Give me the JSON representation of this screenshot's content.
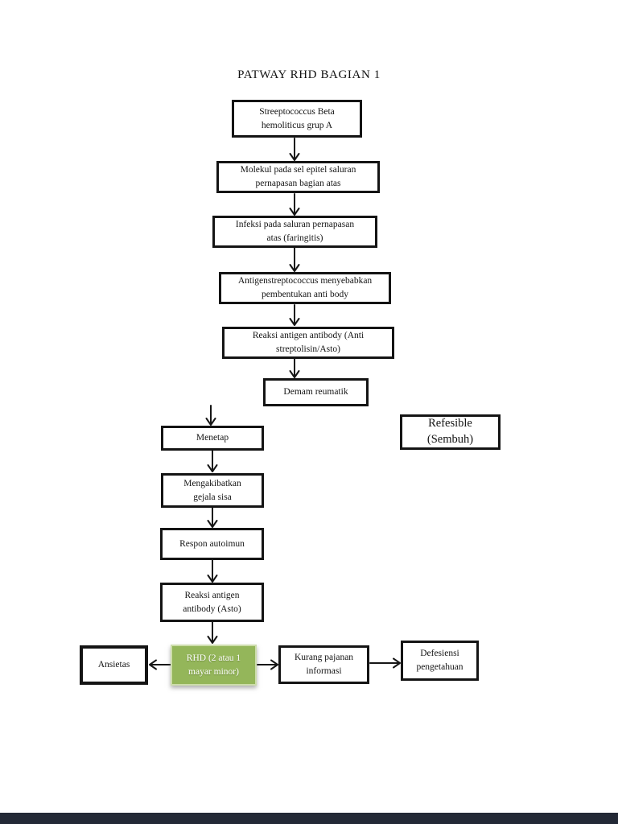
{
  "title": "PATWAY RHD BAGIAN 1",
  "colors": {
    "page_background": "#ffffff",
    "box_border": "#141414",
    "rhd_fill": "#94b65a",
    "rhd_border": "#cdddab",
    "rhd_text": "#ffffff",
    "bottom_bar": "#232936"
  },
  "nodes": {
    "strep": "Streeptococcus Beta\nhemoliticus grup A",
    "molekul": "Molekul pada sel epitel saluran\npernapasan bagian atas",
    "infeksi": "Infeksi pada saluran pernapasan\natas (faringitis)",
    "antigen": "Antigenstreptococcus menyebabkan\npembentukan anti body",
    "reaksi_anti": "Reaksi antigen antibody (Anti\nstreptolisin/Asto)",
    "demam": "Demam reumatik",
    "refesible": "Refesible\n(Sembuh)",
    "menetap": "Menetap",
    "mengakibatkan": "Mengakibatkan\ngejala sisa",
    "respon": "Respon autoimun",
    "reaksi_asto": "Reaksi antigen\nantibody (Asto)",
    "ansietas": "Ansietas",
    "rhd": "RHD (2 atau 1\nmayar minor)",
    "kurang": "Kurang pajanan\ninformasi",
    "defesiensi": "Defesiensi\npengetahuan"
  }
}
